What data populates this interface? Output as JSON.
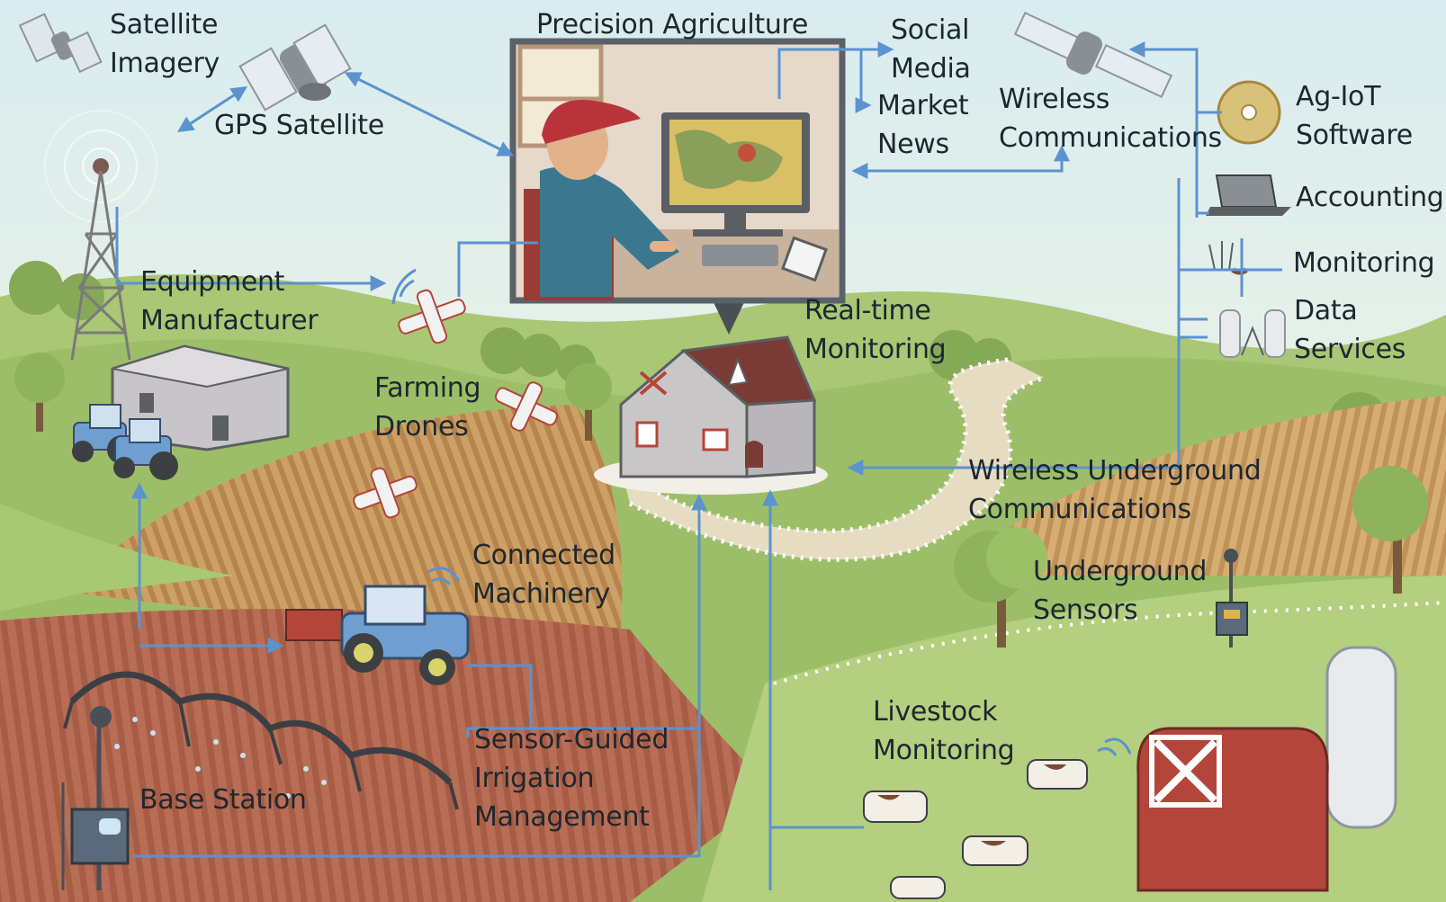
{
  "labels": {
    "precision_agriculture": "Precision Agriculture",
    "satellite_imagery": [
      "Satellite",
      "Imagery"
    ],
    "gps_satellite": "GPS Satellite",
    "social_media": [
      "Social",
      "Media"
    ],
    "market_news": [
      "Market",
      "News"
    ],
    "wireless_communications": [
      "Wireless",
      "Communications"
    ],
    "ag_iot_software": [
      "Ag-IoT",
      "Software"
    ],
    "accounting": "Accounting",
    "monitoring": "Monitoring",
    "data_services": [
      "Data",
      "Services"
    ],
    "equipment_manufacturer": [
      "Equipment",
      "Manufacturer"
    ],
    "real_time_monitoring": [
      "Real-time",
      "Monitoring"
    ],
    "farming_drones": [
      "Farming",
      "Drones"
    ],
    "wireless_underground_communications": [
      "Wireless Underground",
      "Communications"
    ],
    "connected_machinery": [
      "Connected",
      "Machinery"
    ],
    "underground_sensors": [
      "Underground",
      "Sensors"
    ],
    "livestock_monitoring": [
      "Livestock",
      "Monitoring"
    ],
    "sensor_guided_irrigation": [
      "Sensor-Guided",
      "Irrigation",
      "Management"
    ],
    "base_station": "Base Station"
  },
  "colors": {
    "sky": "#cfe6ea",
    "hills": "#9cbf6a",
    "field": "#c99a5d",
    "connector": "#5b93cf",
    "house_roof": "#7a3b34",
    "barn": "#b4453a",
    "text": "#1d2730"
  },
  "icons": [
    "satellite-icon",
    "gps-satellite-icon",
    "comm-satellite-icon",
    "cell-tower-icon",
    "cd-icon",
    "laptop-icon",
    "crop-icon",
    "cow-icon",
    "silo-icon",
    "drone-icon",
    "tractor-icon",
    "house-icon",
    "barn-icon",
    "sensor-icon",
    "base-station-icon",
    "irrigation-icon"
  ]
}
